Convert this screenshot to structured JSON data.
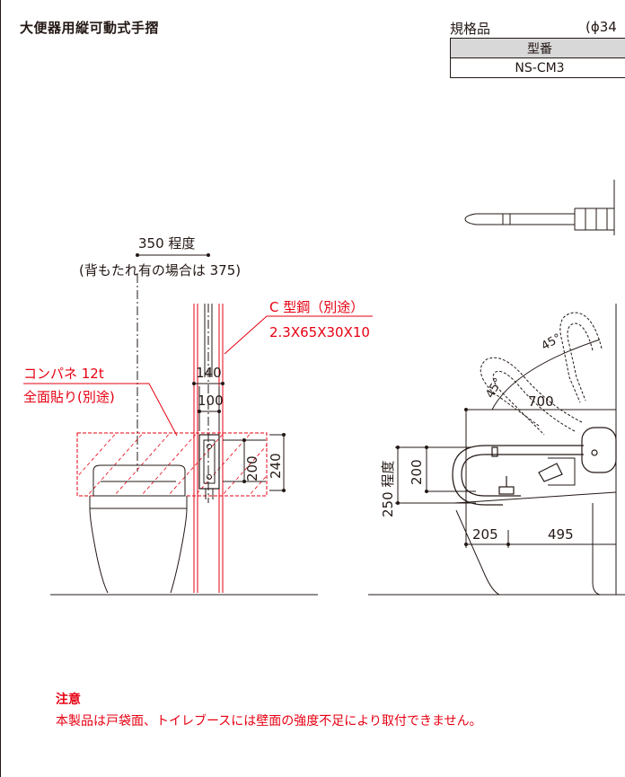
{
  "title": "大便器用縦可動式手摺",
  "spec": {
    "label": "規格品",
    "diameter": "(ϕ34",
    "table_header": "型番",
    "model": "NS-CM3"
  },
  "front": {
    "dim_350": "350 程度",
    "dim_375": "(背もたれ有の場合は 375)",
    "dim_140": "140",
    "dim_100": "100",
    "dim_200": "200",
    "dim_240": "240",
    "c_channel": "C 型鋼（別途）",
    "c_channel_size": "2.3X65X30X10",
    "panel": "コンパネ 12t",
    "panel_sub": "全面貼り(別途)"
  },
  "side": {
    "dim_250": "250 程度",
    "dim_200": "200",
    "dim_700": "700",
    "dim_205": "205",
    "dim_495": "495",
    "angle_1": "45°",
    "angle_2": "45°"
  },
  "note": {
    "title": "注意",
    "text": "本製品は戸袋面、トイレブースには壁面の強度不足により取付できません。"
  },
  "colors": {
    "line": "#231815",
    "red": "#e60012",
    "header_bg": "#d8d8d8"
  }
}
